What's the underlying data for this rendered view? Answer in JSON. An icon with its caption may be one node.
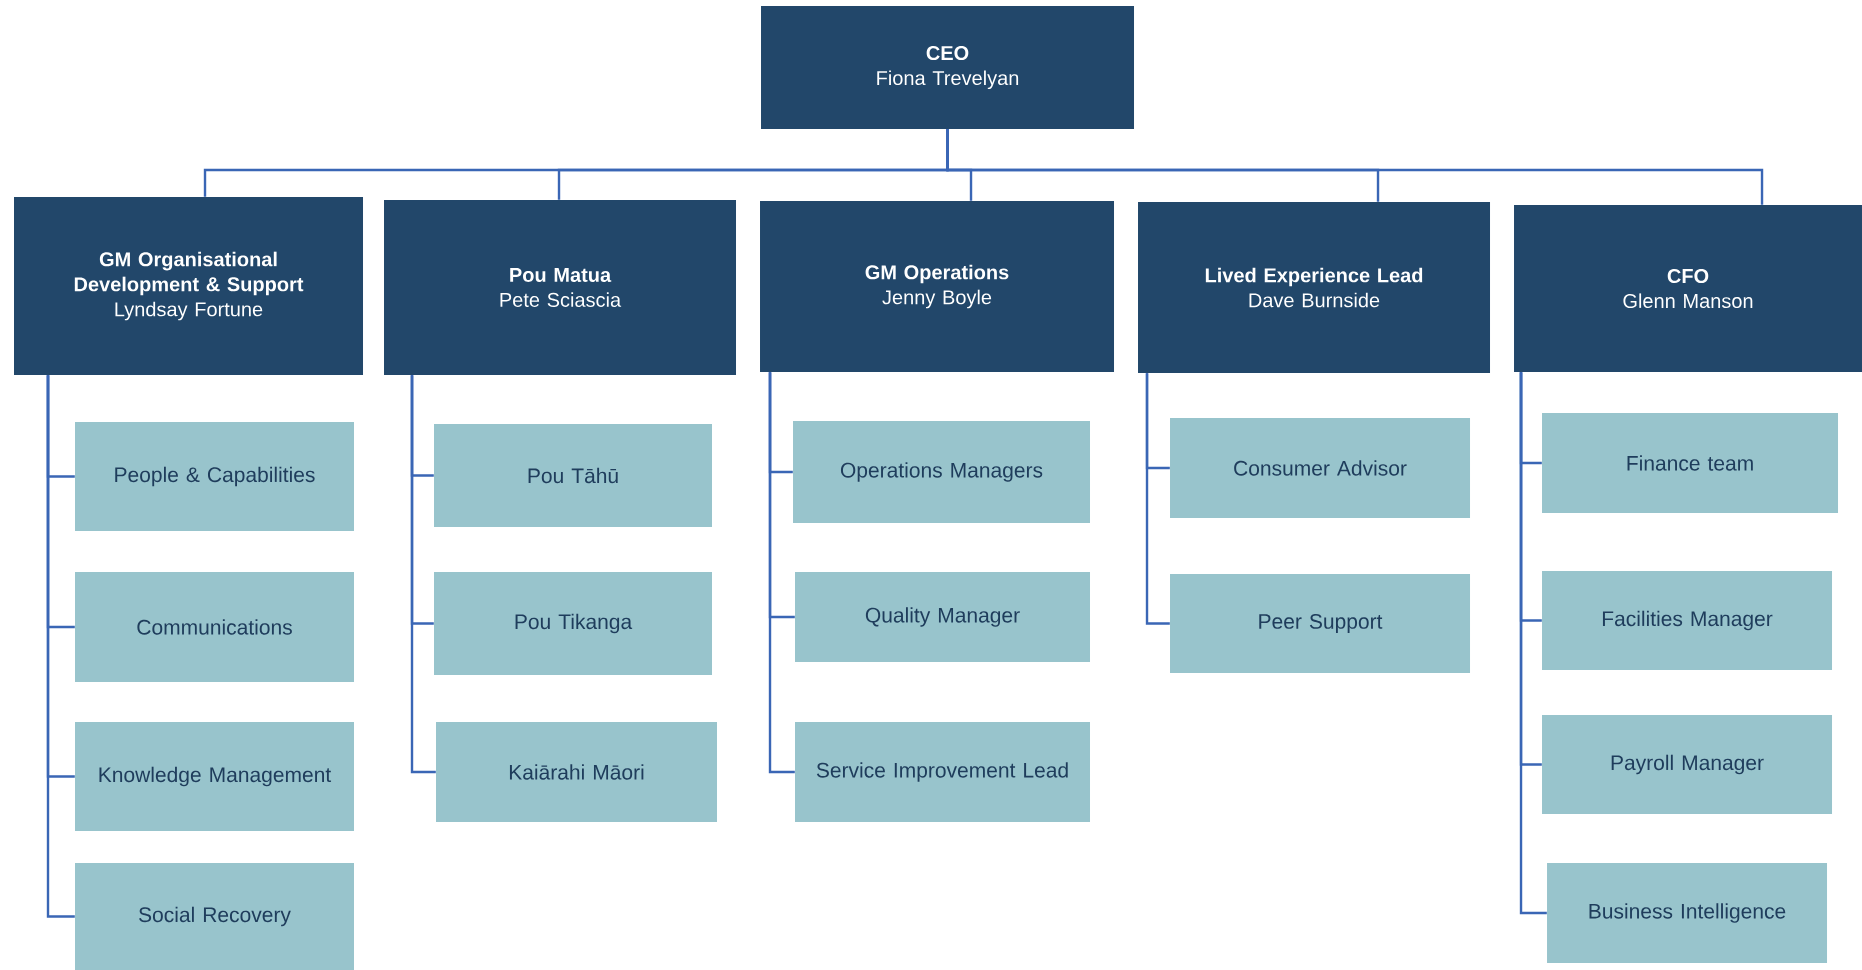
{
  "diagram": {
    "nodes": [
      {
        "text": [
          "CEO",
          "Fiona Trevelyan"
        ]
      },
      {
        "text": [
          "GM Organisational Development & Support",
          "Lyndsay Fortune"
        ]
      },
      {
        "text": [
          "Pou Matua",
          "Pete  Sciascia"
        ]
      },
      {
        "text": [
          "GM Operations",
          "Jenny Boyle"
        ]
      },
      {
        "text": [
          "Lived Experience Lead",
          "Dave Burnside"
        ]
      },
      {
        "text": [
          "CFO",
          "Glenn Manson"
        ]
      },
      {
        "text": [
          "People & Capabilities"
        ]
      },
      {
        "text": [
          "Communications"
        ]
      },
      {
        "text": [
          "Knowledge Management"
        ]
      },
      {
        "text": [
          "Social Recovery"
        ]
      },
      {
        "text": [
          "Pou Tāhū"
        ]
      },
      {
        "text": [
          "Pou Tikanga"
        ]
      },
      {
        "text": [
          "Kaiārahi Māori"
        ]
      },
      {
        "text": [
          "Operations Managers"
        ]
      },
      {
        "text": [
          "Quality Manager"
        ]
      },
      {
        "text": [
          "Service Improvement Lead"
        ]
      },
      {
        "text": [
          "Consumer Advisor"
        ]
      },
      {
        "text": [
          "Peer Support"
        ]
      },
      {
        "text": [
          "Finance team"
        ]
      },
      {
        "text": [
          "Facilities Manager"
        ]
      },
      {
        "text": [
          "Payroll Manager"
        ]
      },
      {
        "text": [
          "Business Intelligence"
        ]
      }
    ],
    "edges": [
      {
        "from": 0,
        "to": 1,
        "arrow": "none"
      },
      {
        "from": 0,
        "to": 2,
        "arrow": "none"
      },
      {
        "from": 0,
        "to": 3,
        "arrow": "none"
      },
      {
        "from": 0,
        "to": 4,
        "arrow": "none"
      },
      {
        "from": 0,
        "to": 5,
        "arrow": "none"
      },
      {
        "from": 1,
        "to": 6,
        "arrow": "none"
      },
      {
        "from": 1,
        "to": 7,
        "arrow": "none"
      },
      {
        "from": 1,
        "to": 8,
        "arrow": "none"
      },
      {
        "from": 1,
        "to": 9,
        "arrow": "none"
      },
      {
        "from": 2,
        "to": 10,
        "arrow": "none"
      },
      {
        "from": 2,
        "to": 11,
        "arrow": "none"
      },
      {
        "from": 2,
        "to": 12,
        "arrow": "none"
      },
      {
        "from": 3,
        "to": 13,
        "arrow": "none"
      },
      {
        "from": 3,
        "to": 14,
        "arrow": "none"
      },
      {
        "from": 3,
        "to": 15,
        "arrow": "none"
      },
      {
        "from": 4,
        "to": 16,
        "arrow": "none"
      },
      {
        "from": 4,
        "to": 17,
        "arrow": "none"
      },
      {
        "from": 5,
        "to": 18,
        "arrow": "none"
      },
      {
        "from": 5,
        "to": 19,
        "arrow": "none"
      },
      {
        "from": 5,
        "to": 20,
        "arrow": "none"
      },
      {
        "from": 5,
        "to": 21,
        "arrow": "none"
      }
    ]
  }
}
